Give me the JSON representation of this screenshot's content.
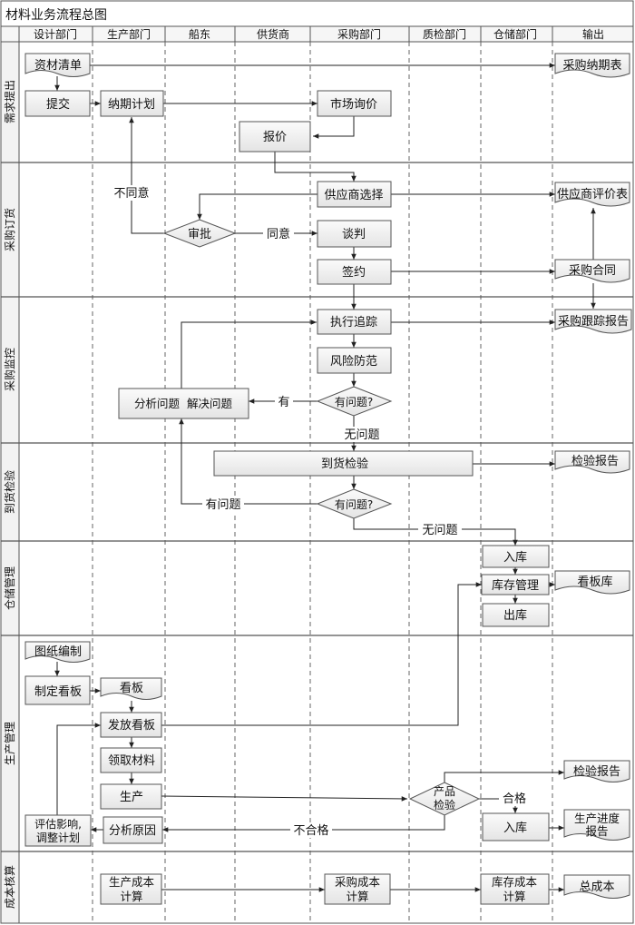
{
  "title": "材料业务流程总图",
  "columns": [
    "设计部门",
    "生产部门",
    "船东",
    "供货商",
    "采购部门",
    "质检部门",
    "仓储部门",
    "输出"
  ],
  "phases": [
    "需求提出",
    "采购订货",
    "采购监控",
    "到货检验",
    "仓储管理",
    "生产管理",
    "成本核算"
  ],
  "nodes": {
    "zicai_qingdan": "资材清单",
    "tijiao": "提交",
    "naqi_jihua": "纳期计划",
    "shichang_xunjia": "市场询价",
    "baojia": "报价",
    "caigou_naqibiao": "采购纳期表",
    "gongyingshang_xuanze": "供应商选择",
    "gongyingshang_pingjiabiao": "供应商评价表",
    "shenpi": "审批",
    "tanpan": "谈判",
    "qianyue": "签约",
    "caigou_hetong": "采购合同",
    "zhixing_zhuizong": "执行追踪",
    "caigou_genzong_baogao": "采购跟踪报告",
    "fengxian_fangfan": "风险防范",
    "you_wenti_1": "有问题?",
    "fenxi_jiejue": "分析问题  解决问题",
    "daohuo_jianyan": "到货检验",
    "jianyan_baogao_1": "检验报告",
    "you_wenti_2": "有问题?",
    "ruku_1": "入库",
    "kucun_guanli": "库存管理",
    "kanbanku": "看板库",
    "chuku": "出库",
    "tuzhi_bianzhi": "图纸编制",
    "zhiding_kanban": "制定看板",
    "kanban": "看板",
    "fafang_kanban": "发放看板",
    "lingqu_cailiao": "领取材料",
    "shengchan": "生产",
    "fenxi_yuanyin": "分析原因",
    "pinggu_line1": "评估影响,",
    "pinggu_line2": "调整计划",
    "chanpin_line1": "产品",
    "chanpin_line2": "检验",
    "jianyan_baogao_2": "检验报告",
    "ruku_2": "入库",
    "jindu_line1": "生产进度",
    "jindu_line2": "报告",
    "sccb_line1": "生产成本",
    "sccb_line2": "计算",
    "cgcb_line1": "采购成本",
    "cgcb_line2": "计算",
    "kccb_line1": "库存成本",
    "kccb_line2": "计算",
    "zongchengben": "总成本"
  },
  "edge_labels": {
    "butongyi": "不同意",
    "tongyi": "同意",
    "you_1": "有",
    "wuwenti_1": "无问题",
    "youwenti": "有问题",
    "wuwenti_2": "无问题",
    "hege": "合格",
    "buhege": "不合格"
  },
  "colors": {
    "border": "#555555",
    "box_fill": "#efefef",
    "header_fill": "#f6f6f6",
    "phase_fill": "#f2f2f2",
    "line": "#222222"
  }
}
